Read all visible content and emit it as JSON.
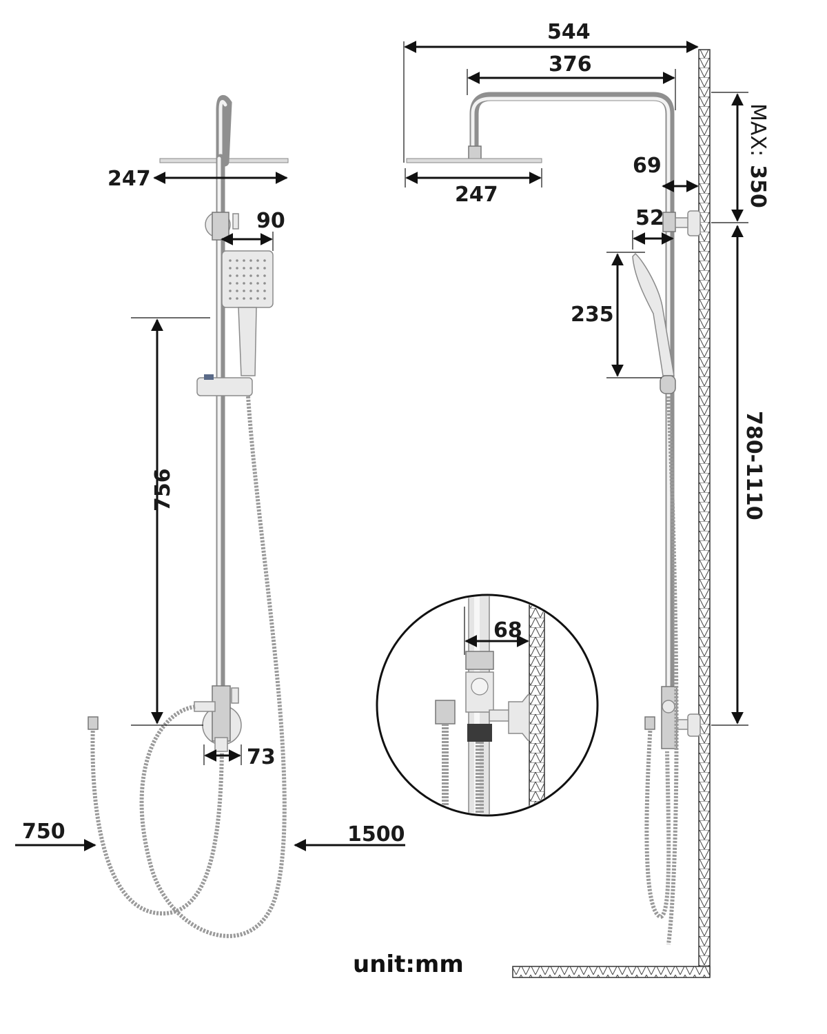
{
  "dimensions": {
    "left_head_width": "247",
    "left_holder_offset": "90",
    "left_rail_length": "756",
    "left_diverter_width": "73",
    "left_hose_short": "750",
    "left_hose_long": "1500",
    "right_total_reach": "544",
    "right_arm_length": "376",
    "right_head_width": "247",
    "right_wall_offset": "69",
    "right_bracket_offset": "52",
    "right_hand_shower_length": "235",
    "right_top_max_label": "MAX:",
    "right_top_max_value": "350",
    "right_height_range": "780-1110",
    "detail_wall_offset": "68"
  },
  "unit_label": "unit:mm",
  "colors": {
    "line": "#111111",
    "chrome_light": "#e9e9e9",
    "chrome_dark": "#8a8a8a",
    "wall_hatch": "#444444"
  }
}
